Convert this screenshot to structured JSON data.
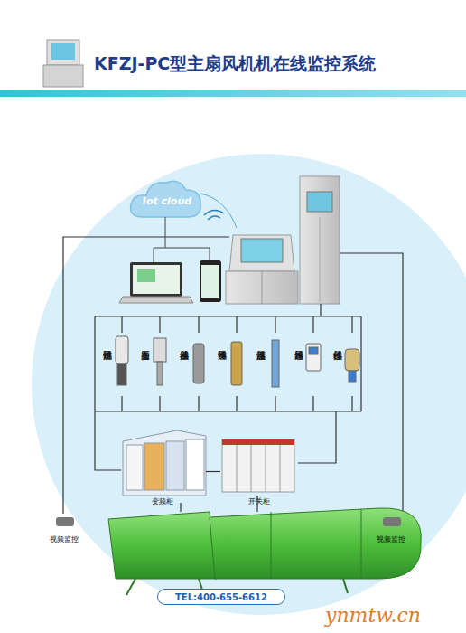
{
  "diagram": {
    "title": "KFZJ-PC型主扇风机机在线监控系统",
    "nodes": [
      {
        "text": [
          "Iot cloud"
        ]
      },
      {
        "text": [
          "甲烷传感器"
        ]
      },
      {
        "text": [
          "压力变送器"
        ]
      },
      {
        "text": [
          "振动传感器"
        ]
      },
      {
        "text": [
          "噪声传感器"
        ]
      },
      {
        "text": [
          "温度传感器"
        ]
      },
      {
        "text": [
          "风速传感器"
        ]
      },
      {
        "text": [
          "位移传感器"
        ]
      },
      {
        "text": [
          "变频柜"
        ]
      },
      {
        "text": [
          "开关柜"
        ]
      },
      {
        "text": [
          "视频监控"
        ]
      },
      {
        "text": [
          "视频监控"
        ]
      },
      {
        "text": [
          "TEL:400-655-6612"
        ]
      }
    ],
    "edges": [
      {
        "from": 8,
        "to": 9,
        "arrow": "none"
      }
    ],
    "labels": [
      "ynmtw.cn"
    ]
  }
}
